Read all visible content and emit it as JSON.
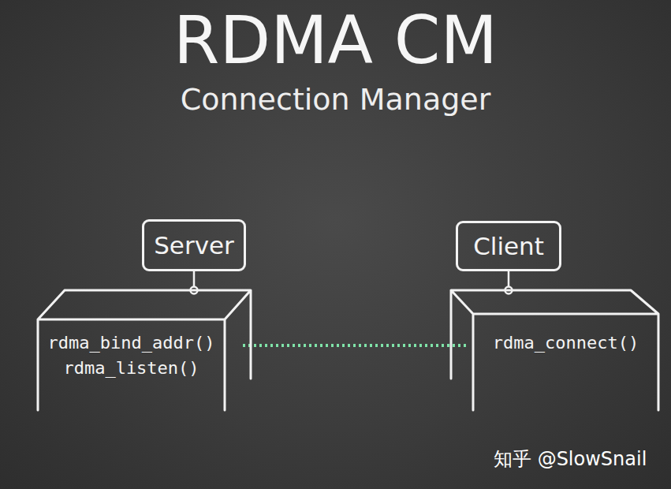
{
  "diagram": {
    "title": "RDMA CM",
    "nodes": [
      {
        "text": [
          "Server"
        ]
      },
      {
        "text": [
          "Client"
        ]
      },
      {
        "text": [
          "rdma_bind_addr()",
          "rdma_listen()"
        ]
      },
      {
        "text": [
          "rdma_connect()"
        ]
      }
    ],
    "edges": [
      {
        "from": 0,
        "to": 2,
        "arrow": "none"
      },
      {
        "from": 1,
        "to": 3,
        "arrow": "none"
      },
      {
        "from": 2,
        "to": 3,
        "arrow": "none"
      }
    ],
    "labels": [
      "Connection Manager",
      "知乎 @SlowSnail"
    ]
  }
}
